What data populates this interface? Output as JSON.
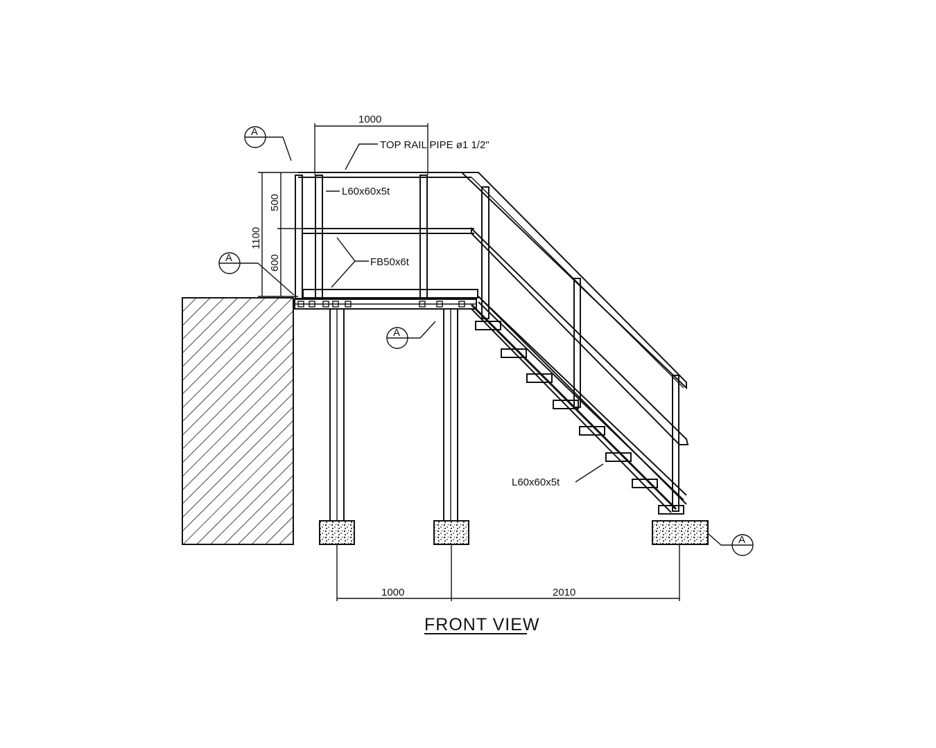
{
  "drawing": {
    "title": "FRONT VIEW",
    "labels": {
      "top_rail": "TOP RAIL PIPE ø1 1/2\"",
      "post_angle": "L60x60x5t",
      "mid_rail": "FB50x6t",
      "stringer_angle": "L60x60x5t"
    },
    "dimensions": {
      "top_width": "1000",
      "total_height": "1100",
      "upper_height": "500",
      "lower_height": "600",
      "bottom_left": "1000",
      "bottom_right": "2010"
    },
    "section_marker": "A"
  }
}
